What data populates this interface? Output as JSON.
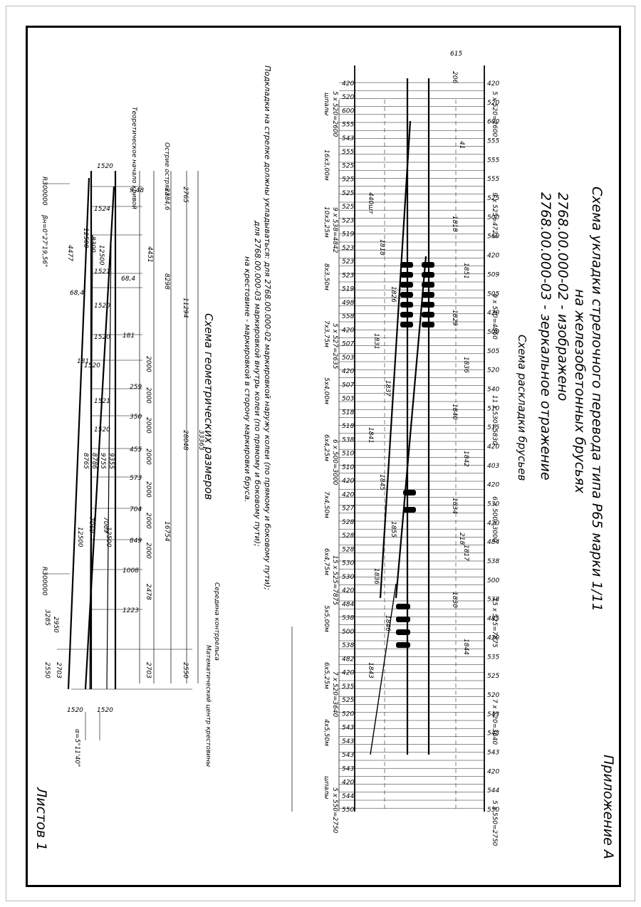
{
  "sheet": {
    "appendix": "Приложение А",
    "sheets": "Листов 1"
  },
  "title": {
    "line1": "Схема укладки стрелочного перевода типа Р65 марки 1/11",
    "line2": "на железобетонных брусьях",
    "line3": "2768.00.000-02 - изображено",
    "line4": "2768.00.000-03 - зеркальное отражение",
    "subtitle": "Схема раскладки брусьев"
  },
  "note": {
    "line1": "Подкладки на стрелке должны укладываться:  для 2768.00.000-02 маркировкой наружу колеи (по прямому и боковому пути);",
    "line2": "для 2768.00.000-03 маркировкой внутрь колеи (по прямому и боковому пути);",
    "line3": "на крестовине - маркировкой в сторону маркировки бруса."
  },
  "geometry": {
    "title": "Схема геометрических размеров",
    "label_theory": "Теоретическое начало кривой",
    "label_point": "Острие остряка",
    "label_mid": "Середина контррельса",
    "label_center": "Математический центр крестовины",
    "radius_top": "R300000",
    "radius_bottom": "R300000",
    "angle_beta": "βн=0°27'19,56\"",
    "angle_alpha": "α=5°11'40\"",
    "gauge_values": [
      "1520",
      "1524",
      "1521",
      "1520",
      "1520",
      "1520",
      "1521",
      "1520",
      "1520",
      "1520"
    ],
    "offsets": [
      "9,48",
      "68,4",
      "68,4",
      "181",
      "181",
      "259",
      "350",
      "455",
      "573",
      "704",
      "849",
      "1008",
      "1223"
    ],
    "lengths": [
      "2765",
      "2384,6",
      "4451",
      "8298",
      "11294",
      "2000",
      "2000",
      "2000",
      "2000",
      "2000",
      "2000",
      "2000",
      "2478",
      "2703",
      "2550",
      "16754",
      "28048",
      "33363"
    ],
    "lower_dims": [
      "4477",
      "12500",
      "8300",
      "12500",
      "8765",
      "8786",
      "9755",
      "9355",
      "7069",
      "7069",
      "12500",
      "12500",
      "3285",
      "2950",
      "2550",
      "2703"
    ]
  },
  "layout": {
    "top_dims": [
      "615",
      "206",
      "41",
      "218"
    ],
    "left_spacings": [
      "420",
      "520",
      "600",
      "555",
      "543",
      "555",
      "525",
      "525",
      "525",
      "525",
      "523",
      "519",
      "523",
      "523",
      "523",
      "519",
      "498",
      "558",
      "420",
      "507",
      "503",
      "420",
      "507",
      "503",
      "518",
      "518",
      "538",
      "510",
      "510",
      "420",
      "420",
      "527",
      "528",
      "528",
      "528",
      "530",
      "530",
      "420",
      "484",
      "538",
      "500",
      "538",
      "482",
      "420",
      "535",
      "525",
      "520",
      "543",
      "543",
      "543",
      "543",
      "420",
      "544",
      "550"
    ],
    "right_spacings": [
      "420",
      "520",
      "600",
      "555",
      "555",
      "555",
      "525",
      "500",
      "560",
      "420",
      "509",
      "505",
      "420",
      "509",
      "505",
      "520",
      "540",
      "510",
      "515",
      "420",
      "403",
      "420",
      "530",
      "420",
      "484",
      "538",
      "500",
      "538",
      "485",
      "420",
      "535",
      "525",
      "520",
      "543",
      "543",
      "543",
      "420",
      "544",
      "550"
    ],
    "group_labels": [
      "шпалы",
      "16x3,00м",
      "10x3,25м",
      "8x3,50м",
      "7x3,75м",
      "5x4,00м",
      "6x4,25м",
      "7x4,50м",
      "6x4,75м",
      "5x5,00м",
      "6x5,25м",
      "4x5,50м",
      "шпалы"
    ],
    "series_left": [
      "5 x 520=2600",
      "9 x 538=4842",
      "5 x 527=2635",
      "6 x 500=3000",
      "15 x 525=7875",
      "7 x 520=3640",
      "5 x 550=2750"
    ],
    "series_right": [
      "5 x 520=2600",
      "9 x 525=4725",
      "9 x 540=4860",
      "11 x 530=5830",
      "6 x 500=3000",
      "15 x 525=7875",
      "7 x 520=3640",
      "5 x 550=2750"
    ],
    "plate_marks": [
      "440шт",
      "1818",
      "1818",
      "1851",
      "1826",
      "1829",
      "1831",
      "1836",
      "1837",
      "1840",
      "1841",
      "1842",
      "1845",
      "1834",
      "1855",
      "1817",
      "1836",
      "1830",
      "1846",
      "1844",
      "1843"
    ]
  }
}
